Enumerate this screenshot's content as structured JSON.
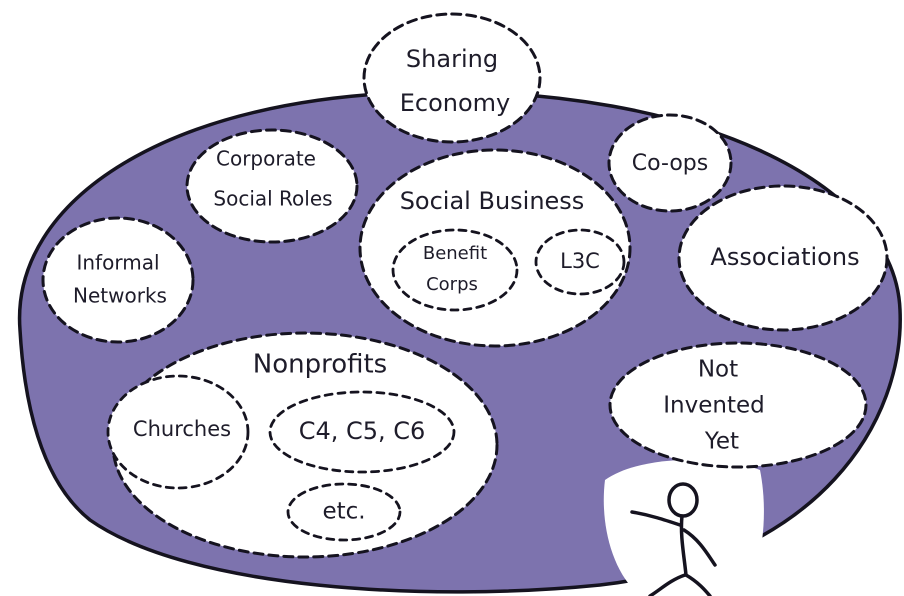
{
  "diagram": {
    "colors": {
      "field": "#7d73ae",
      "outline": "#15131f",
      "bubble": "#ffffff",
      "text": "#1e1c2a"
    },
    "labels": {
      "sharing_line1": "Sharing",
      "sharing_line2": "Economy",
      "corporate_line1": "Corporate",
      "corporate_line2": "Social Roles",
      "social_business": "Social Business",
      "benefit_line1": "Benefit",
      "benefit_line2": "Corps",
      "l3c": "L3C",
      "coops": "Co-ops",
      "associations": "Associations",
      "informal_line1": "Informal",
      "informal_line2": "Networks",
      "nonprofits": "Nonprofits",
      "churches": "Churches",
      "c4c5c6": "C4, C5, C6",
      "etc": "etc.",
      "nyi_line1": "Not",
      "nyi_line2": "Invented",
      "nyi_line3": "Yet"
    },
    "figure": "stick-figure-running"
  }
}
